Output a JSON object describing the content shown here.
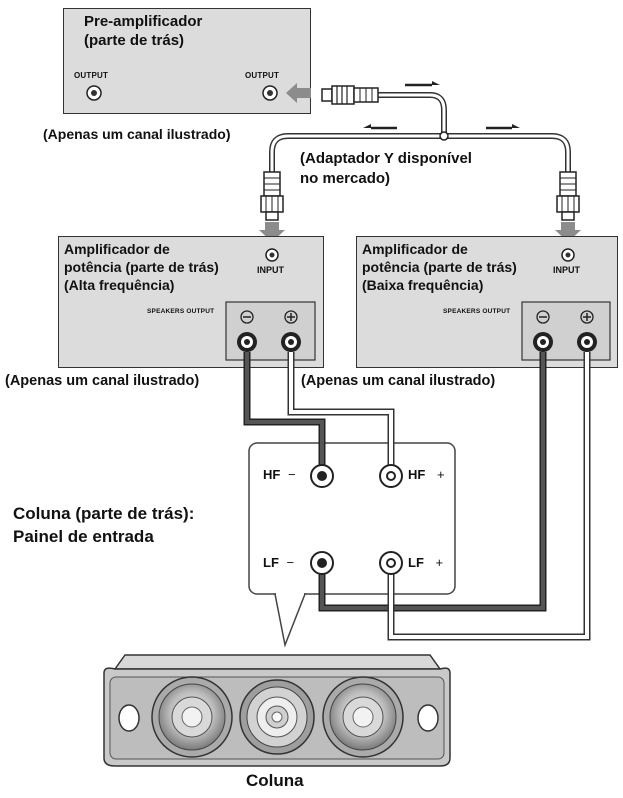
{
  "preamp": {
    "title_line1": "Pre-amplificador",
    "title_line2": "(parte de trás)",
    "output_left": "OUTPUT",
    "output_right": "OUTPUT",
    "note": "(Apenas um canal ilustrado)"
  },
  "adapter": {
    "line1": "(Adaptador Y disponível",
    "line2": "no mercado)"
  },
  "amp_high": {
    "line1": "Amplificador de",
    "line2": "potência (parte de trás)",
    "line3": "(Alta frequência)",
    "input_label": "INPUT",
    "speakers_output": "SPEAKERS OUTPUT",
    "note": "(Apenas um canal ilustrado)"
  },
  "amp_low": {
    "line1": "Amplificador de",
    "line2": "potência (parte de trás)",
    "line3": "(Baixa frequência)",
    "input_label": "INPUT",
    "speakers_output": "SPEAKERS OUTPUT",
    "note": "(Apenas um canal ilustrado)"
  },
  "speaker_panel": {
    "title_line1": "Coluna (parte de trás):",
    "title_line2": "Painel de entrada",
    "hf": "HF",
    "lf": "LF",
    "minus": "−",
    "plus": "+"
  },
  "speaker": {
    "caption": "Coluna"
  },
  "colors": {
    "box_fill": "#dcdcdc",
    "cable_dark": "#3a3a3a",
    "cable_light": "#ffffff",
    "arrow_gray": "#8c8c8c"
  }
}
